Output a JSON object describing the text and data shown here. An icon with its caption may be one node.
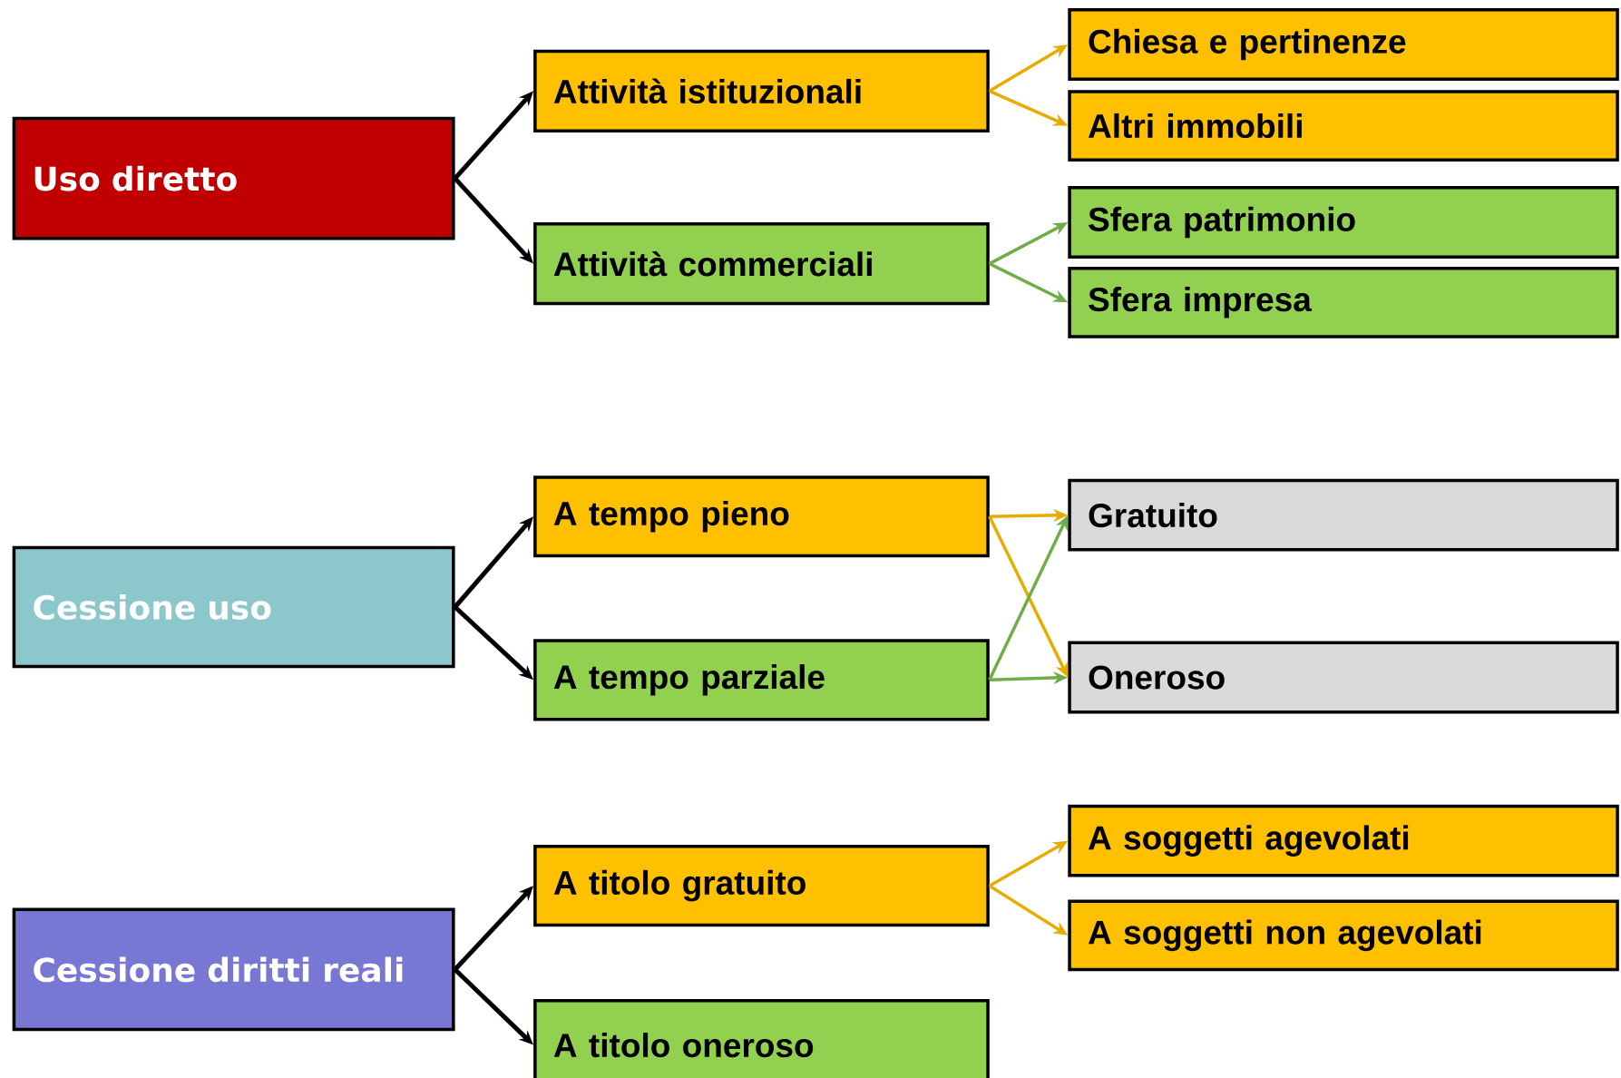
{
  "diagram": {
    "nodes": [
      {
        "text": [
          "Uso diretto"
        ]
      },
      {
        "text": [
          "Attività istituzionali"
        ]
      },
      {
        "text": [
          "Attività commerciali"
        ]
      },
      {
        "text": [
          "Chiesa e pertinenze"
        ]
      },
      {
        "text": [
          "Altri immobili"
        ]
      },
      {
        "text": [
          "Sfera patrimonio"
        ]
      },
      {
        "text": [
          "Sfera impresa"
        ]
      },
      {
        "text": [
          "Cessione uso"
        ]
      },
      {
        "text": [
          "A tempo pieno"
        ]
      },
      {
        "text": [
          "A tempo parziale"
        ]
      },
      {
        "text": [
          "Gratuito"
        ]
      },
      {
        "text": [
          "Oneroso"
        ]
      },
      {
        "text": [
          "Cessione diritti reali"
        ]
      },
      {
        "text": [
          "A titolo gratuito"
        ]
      },
      {
        "text": [
          "A titolo oneroso"
        ]
      },
      {
        "text": [
          "A soggetti agevolati"
        ]
      },
      {
        "text": [
          "A soggetti non agevolati"
        ]
      }
    ],
    "edges": [
      {
        "from": 0,
        "to": 1,
        "arrow": "to"
      },
      {
        "from": 0,
        "to": 2,
        "arrow": "to"
      },
      {
        "from": 1,
        "to": 3,
        "arrow": "to",
        "color": "#e6ac00"
      },
      {
        "from": 1,
        "to": 4,
        "arrow": "to",
        "color": "#e6ac00"
      },
      {
        "from": 2,
        "to": 5,
        "arrow": "to",
        "color": "#70ad47"
      },
      {
        "from": 2,
        "to": 6,
        "arrow": "to",
        "color": "#70ad47"
      },
      {
        "from": 7,
        "to": 8,
        "arrow": "to"
      },
      {
        "from": 7,
        "to": 9,
        "arrow": "to"
      },
      {
        "from": 8,
        "to": 10,
        "arrow": "to",
        "color": "#e6ac00"
      },
      {
        "from": 8,
        "to": 11,
        "arrow": "to",
        "color": "#e6ac00"
      },
      {
        "from": 9,
        "to": 10,
        "arrow": "to",
        "color": "#70ad47"
      },
      {
        "from": 9,
        "to": 11,
        "arrow": "to",
        "color": "#70ad47"
      },
      {
        "from": 12,
        "to": 13,
        "arrow": "to"
      },
      {
        "from": 12,
        "to": 14,
        "arrow": "to"
      },
      {
        "from": 13,
        "to": 15,
        "arrow": "to",
        "color": "#e6ac00"
      },
      {
        "from": 13,
        "to": 16,
        "arrow": "to",
        "color": "#e6ac00"
      }
    ]
  }
}
